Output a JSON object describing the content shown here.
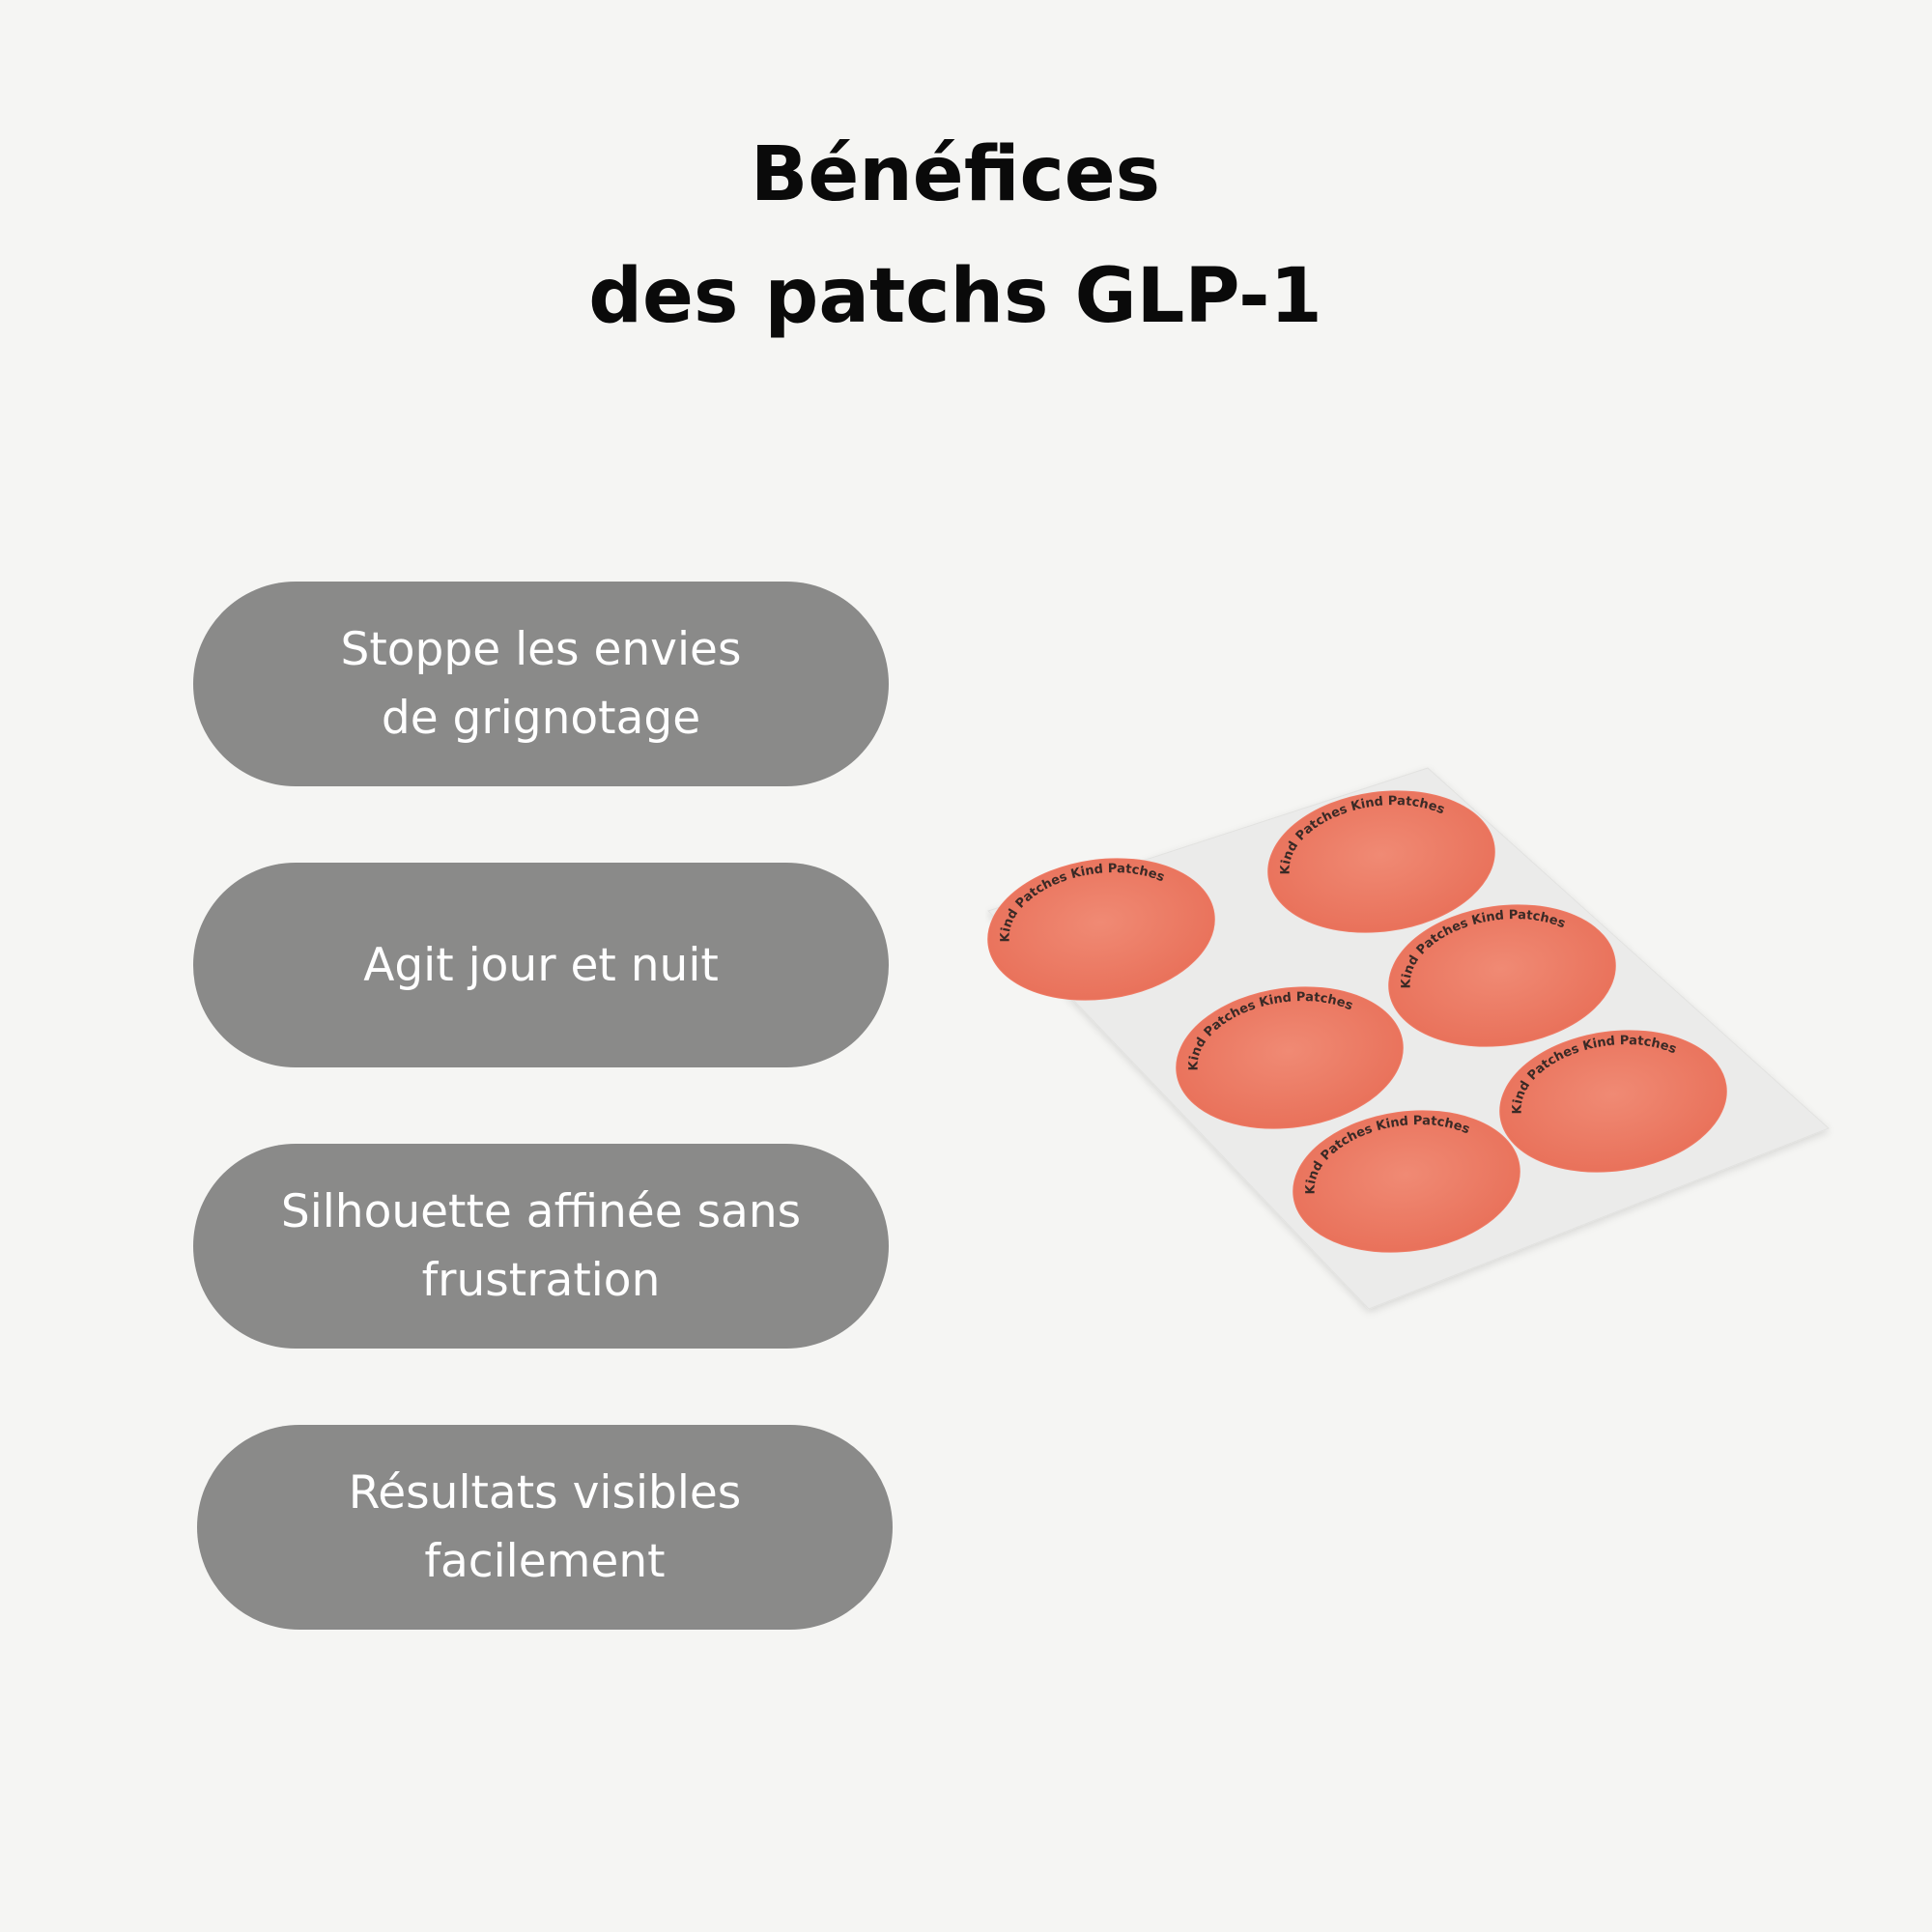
{
  "title": {
    "line1": "Bénéfices",
    "line2": "des patchs GLP-1"
  },
  "benefits": [
    {
      "line1": "Stoppe les envies",
      "line2": "de grignotage"
    },
    {
      "line1": "Agit jour et nuit",
      "line2": ""
    },
    {
      "line1": "Silhouette affinée sans",
      "line2": "frustration"
    },
    {
      "line1": "Résultats visibles",
      "line2": "facilement"
    }
  ],
  "product": {
    "patch_text": "Kind Patches  Kind Patches  ",
    "patch_count": 6,
    "colors": {
      "background": "#f5f5f3",
      "pill": "#8a8a89",
      "patch": "#ef7a64",
      "sheet": "#ebebeb"
    }
  }
}
